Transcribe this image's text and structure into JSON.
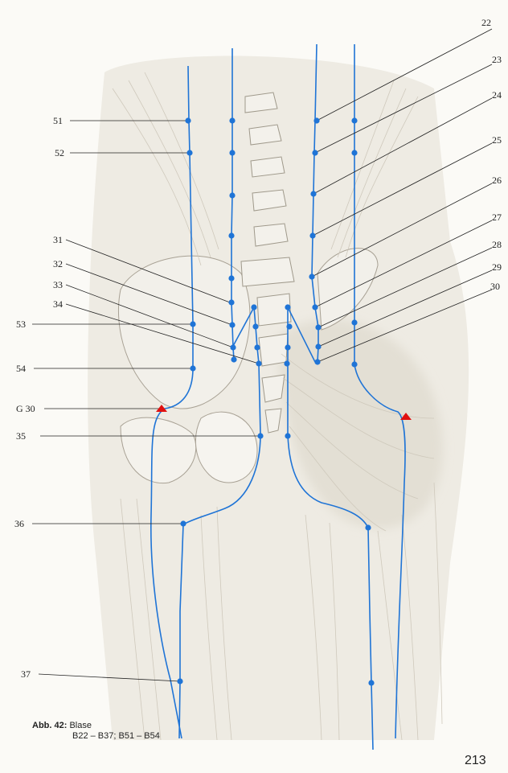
{
  "figure": {
    "caption_key": "Abb. 42:",
    "caption_title": "Blase",
    "caption_range": "B22 – B37; B51 – B54",
    "page_number": "213"
  },
  "colors": {
    "meridian": "#1f74d6",
    "point": "#1f74d6",
    "leader": "#222222",
    "gb_marker": "#e01010"
  },
  "labels": {
    "l51": "51",
    "l52": "52",
    "l53": "53",
    "l54": "54",
    "lG30": "G 30",
    "l35": "35",
    "l36": "36",
    "l37": "37",
    "l31": "31",
    "l32": "32",
    "l33": "33",
    "l34": "34",
    "l22": "22",
    "l23": "23",
    "l24": "24",
    "l25": "25",
    "l26": "26",
    "l27": "27",
    "l28": "28",
    "l29": "29",
    "l30": "30"
  }
}
